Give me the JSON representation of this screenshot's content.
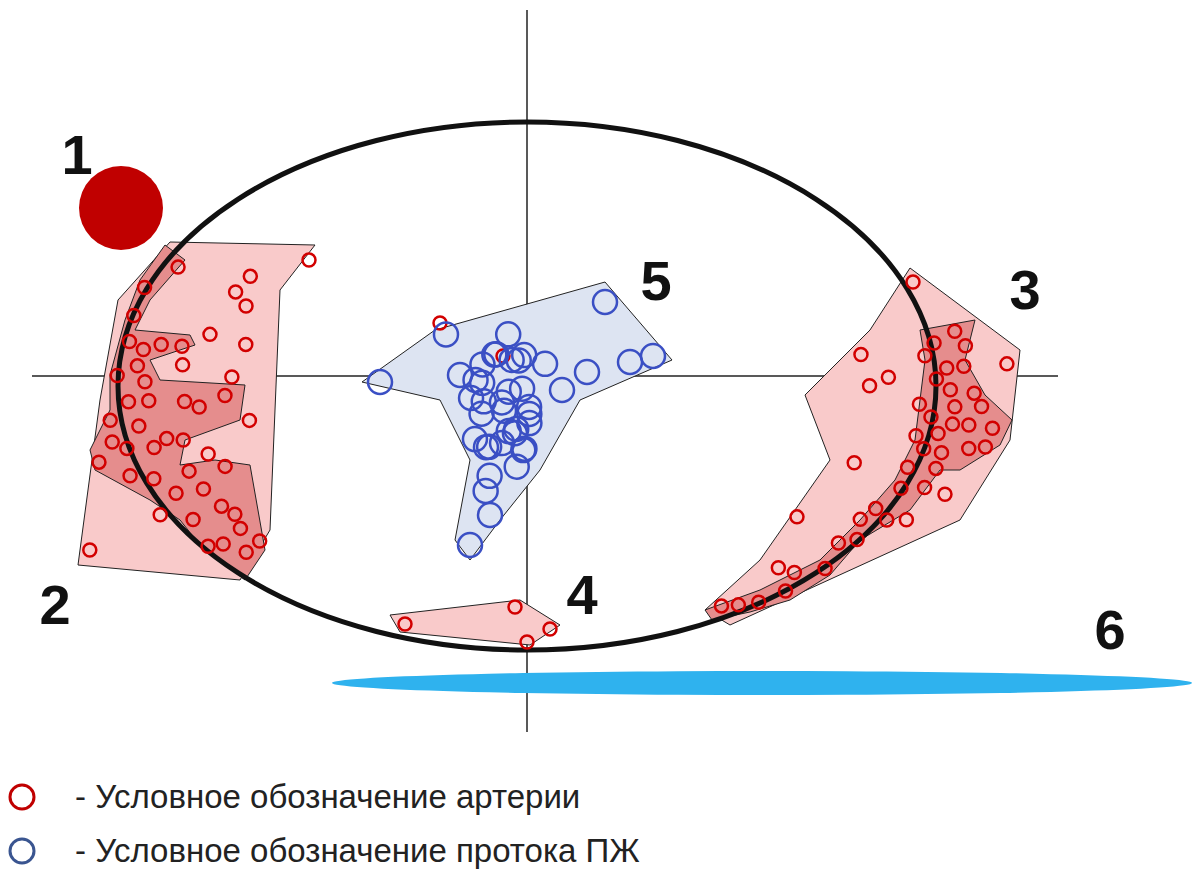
{
  "diagram": {
    "labels": [
      "1",
      "2",
      "3",
      "4",
      "5",
      "6"
    ],
    "legend": [
      {
        "text": "- Условное обозначение артерии"
      },
      {
        "text": "- Условное обозначение протока ПЖ"
      }
    ]
  }
}
